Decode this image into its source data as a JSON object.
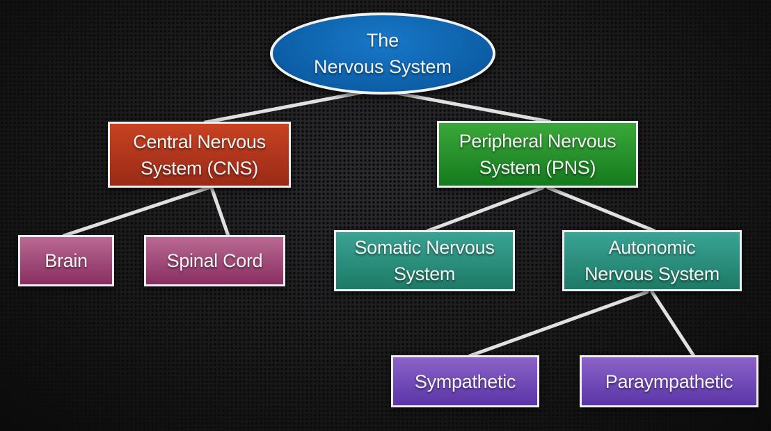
{
  "diagram": {
    "title": "The Nervous System",
    "root": {
      "id": "nervous-system",
      "lines": [
        "The",
        "Nervous System"
      ],
      "shape": "ellipse",
      "color": "#0c5ea6"
    },
    "nodes": [
      {
        "id": "cns",
        "lines": [
          "Central Nervous",
          "System (CNS)"
        ],
        "color": "#b0351c",
        "parent": "nervous-system"
      },
      {
        "id": "pns",
        "lines": [
          "Peripheral Nervous",
          "System (PNS)"
        ],
        "color": "#229128",
        "parent": "nervous-system"
      },
      {
        "id": "brain",
        "lines": [
          "Brain"
        ],
        "color": "#a0487a",
        "parent": "cns"
      },
      {
        "id": "spinal-cord",
        "lines": [
          "Spinal Cord"
        ],
        "color": "#a0487a",
        "parent": "cns"
      },
      {
        "id": "somatic",
        "lines": [
          "Somatic Nervous",
          "System"
        ],
        "color": "#2b8e7d",
        "parent": "pns"
      },
      {
        "id": "autonomic",
        "lines": [
          "Autonomic",
          "Nervous System"
        ],
        "color": "#2b8e7d",
        "parent": "pns"
      },
      {
        "id": "sympathetic",
        "lines": [
          "Sympathetic"
        ],
        "color": "#734cb8",
        "parent": "autonomic"
      },
      {
        "id": "parasympathetic",
        "lines": [
          "Paraympathetic"
        ],
        "color": "#734cb8",
        "parent": "autonomic"
      }
    ],
    "connector_color": "#ececec"
  }
}
